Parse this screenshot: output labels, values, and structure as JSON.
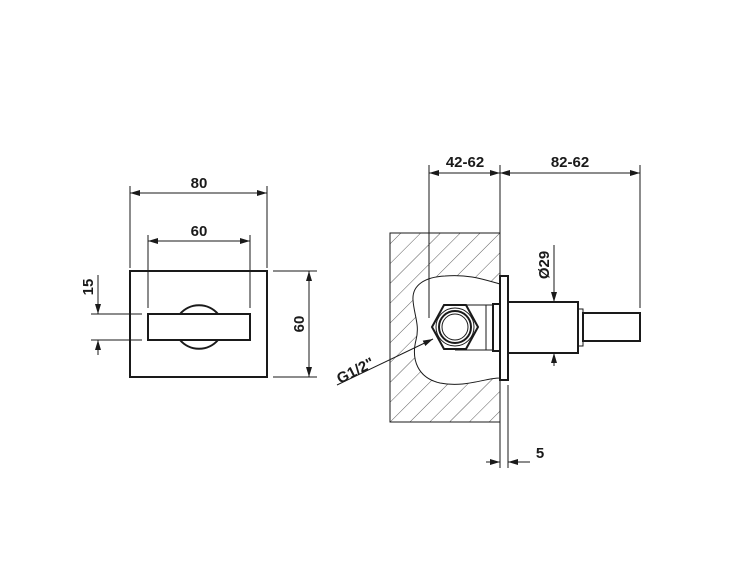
{
  "front_view": {
    "width_label": "80",
    "handle_width_label": "60",
    "handle_height_label": "15",
    "height_label": "60"
  },
  "side_view": {
    "depth_label": "42-62",
    "projection_label": "82-62",
    "diameter_label": "Ø29",
    "flange_label": "5",
    "thread_label": "G1/2\""
  }
}
